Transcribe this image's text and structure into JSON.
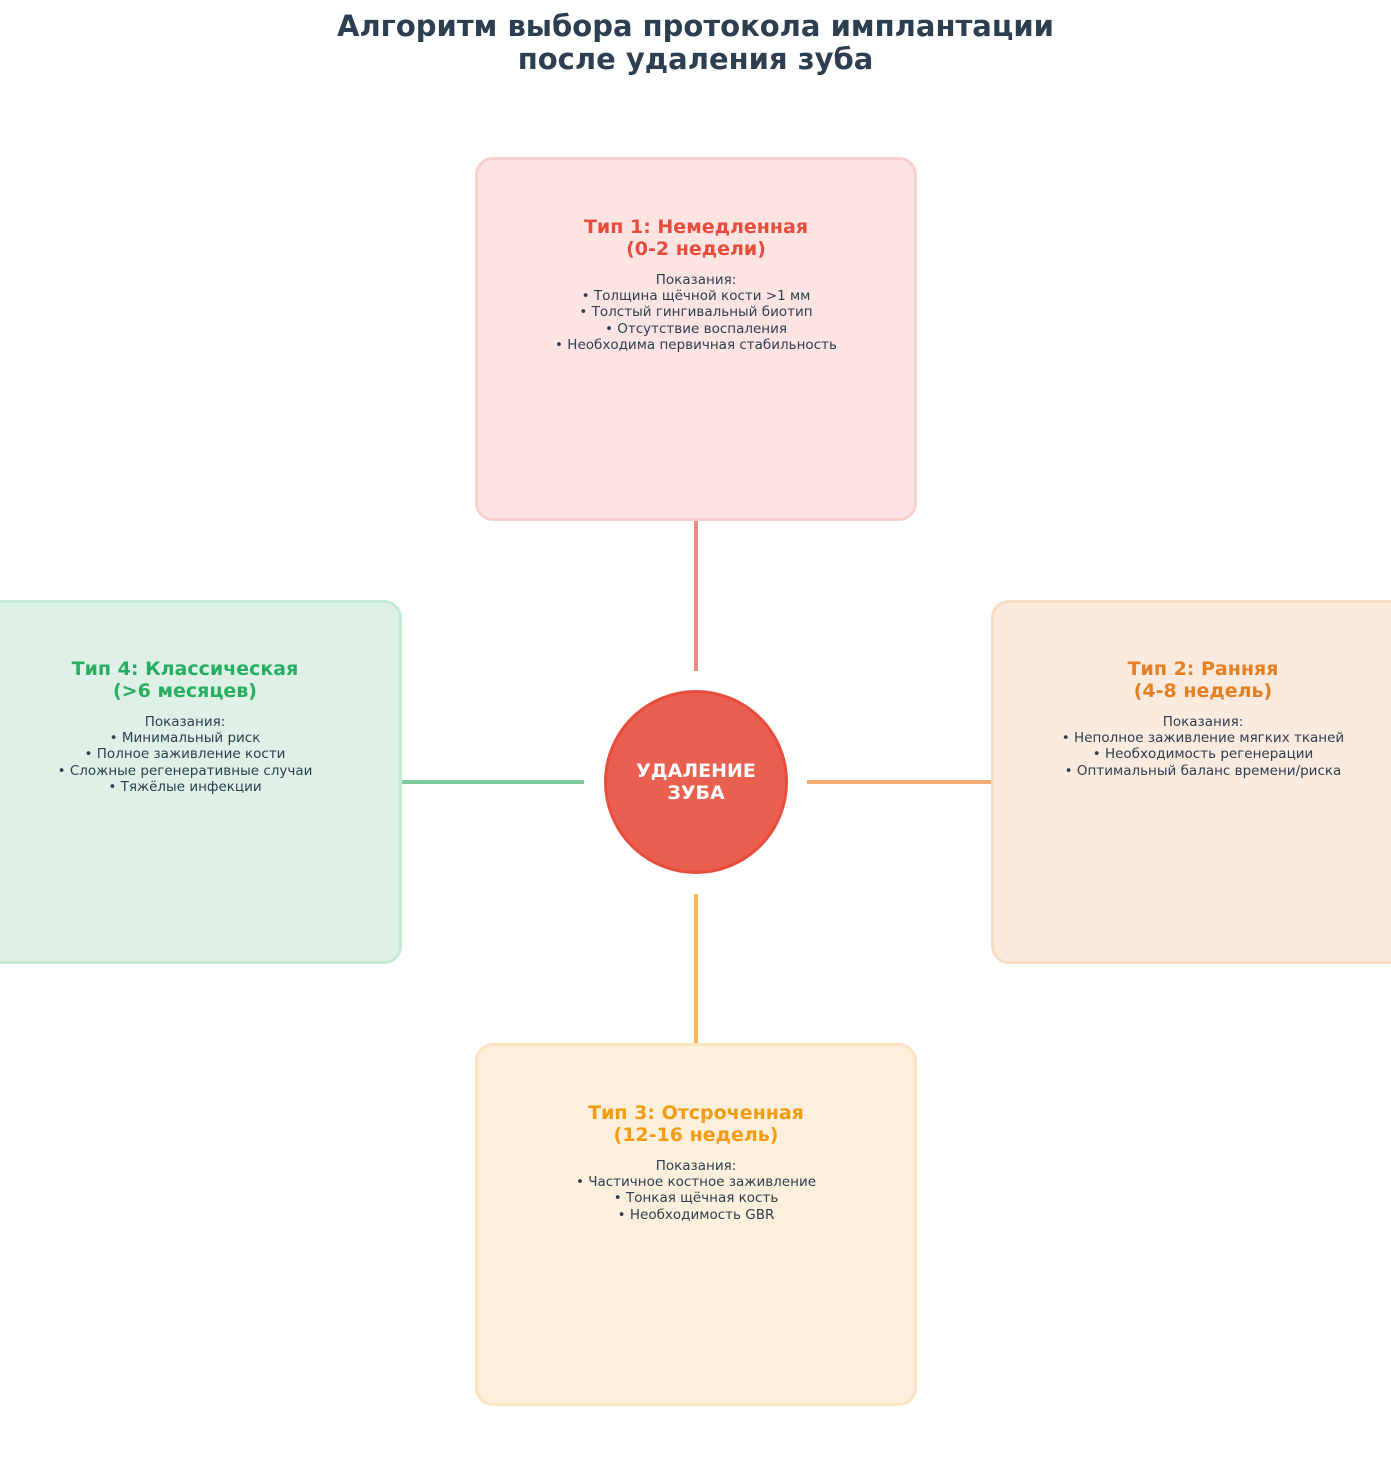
{
  "title": {
    "line1": "Алгоритм выбора протокола имплантации",
    "line2": "после удаления зуба"
  },
  "center": {
    "line1": "УДАЛЕНИЕ",
    "line2": "ЗУБА",
    "fill": "#e95f50",
    "border": "#e74c3c"
  },
  "boxes": {
    "type1": {
      "title_line1": "Тип 1: Немедленная",
      "title_line2": "(0-2 недели)",
      "indications_label": "Показания:",
      "items": [
        "• Толщина щёчной кости >1 мм",
        "• Толстый гингивальный биотип",
        "• Отсутствие воспаления",
        "• Необходима первичная стабильность"
      ],
      "accent": "#e74c3c",
      "fill": "#fce4e3",
      "border": "#f9cfcb",
      "connector": "#ed8b81"
    },
    "type2": {
      "title_line1": "Тип 2: Ранняя",
      "title_line2": "(4-8 недель)",
      "indications_label": "Показания:",
      "items": [
        "• Неполное заживление мягких тканей",
        "• Необходимость регенерации",
        "• Оптимальный баланс времени/риска"
      ],
      "accent": "#e67e22",
      "fill": "#fbeade",
      "border": "#f9dcc4",
      "connector": "#eeaa73"
    },
    "type3": {
      "title_line1": "Тип 3: Отсроченная",
      "title_line2": "(12-16 недель)",
      "indications_label": "Показания:",
      "items": [
        "• Частичное костное заживление",
        "• Тонкая щёчная кость",
        "• Необходимость GBR"
      ],
      "accent": "#f39c12",
      "fill": "#fcefdc",
      "border": "#fbe4c0",
      "connector": "#f5b857"
    },
    "type4": {
      "title_line1": "Тип 4: Классическая",
      "title_line2": "(>6 месяцев)",
      "indications_label": "Показания:",
      "items": [
        "• Минимальный риск",
        "• Полное заживление кости",
        "• Сложные регенеративные случаи",
        "• Тяжёлые инфекции"
      ],
      "accent": "#27ae60",
      "fill": "#dff1e7",
      "border": "#c5ead4",
      "connector": "#7fcb9c"
    }
  }
}
